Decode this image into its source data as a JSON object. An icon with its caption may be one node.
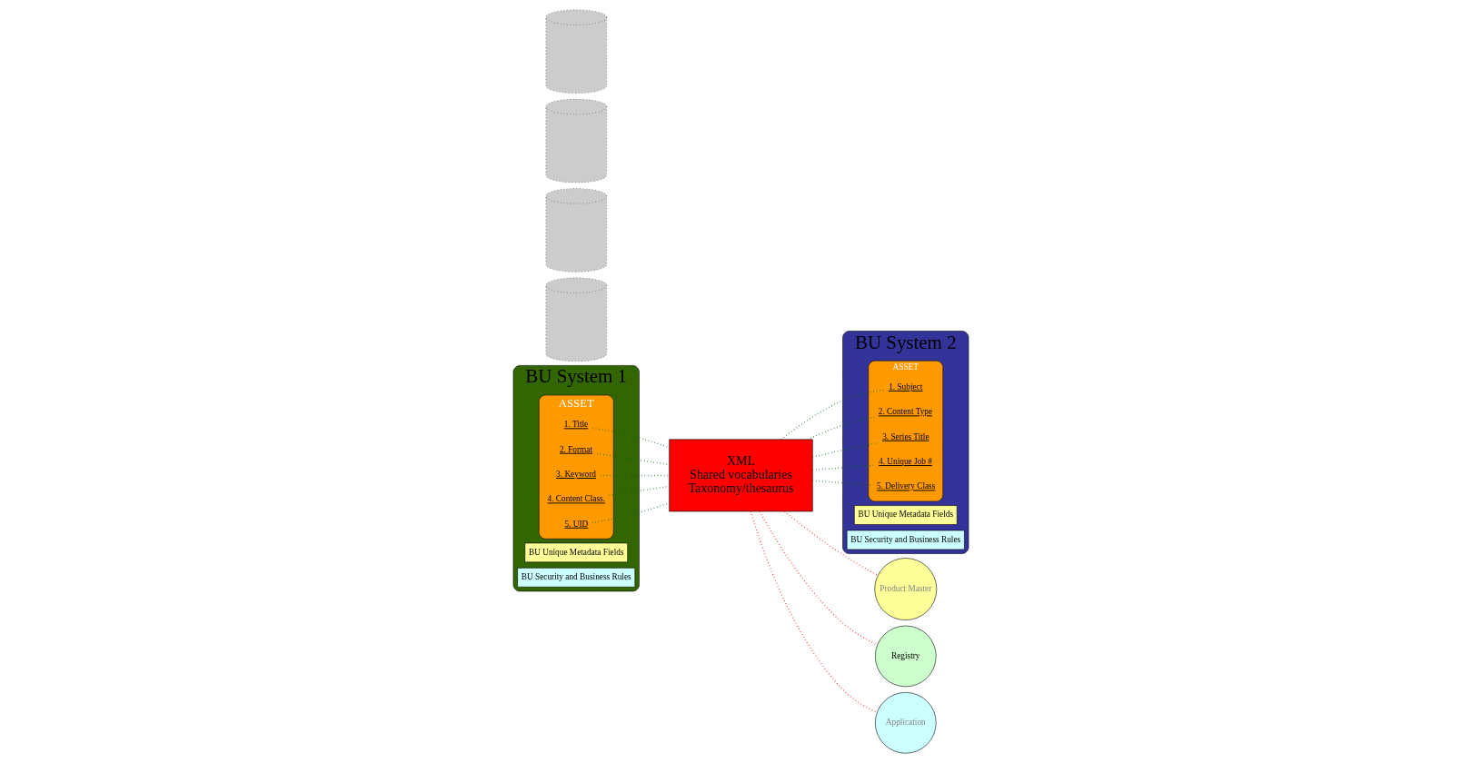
{
  "diagram": {
    "nodes": [
      {
        "text": [
          "BU System 1"
        ]
      },
      {
        "text": [
          "ASSET"
        ],
        "in": 0
      },
      {
        "text": [
          "1. Title"
        ],
        "in": 1
      },
      {
        "text": [
          "2. Format"
        ],
        "in": 1
      },
      {
        "text": [
          "3. Keyword"
        ],
        "in": 1
      },
      {
        "text": [
          "4. Content Class."
        ],
        "in": 1
      },
      {
        "text": [
          "5. UID"
        ],
        "in": 1
      },
      {
        "text": [
          "BU Unique Metadata Fields"
        ],
        "in": 0
      },
      {
        "text": [
          "BU Security and Business Rules"
        ],
        "in": 0
      },
      {
        "text": [],
        "shape": "cylinder"
      },
      {
        "text": [],
        "shape": "cylinder"
      },
      {
        "text": [
          "XML",
          "Shared vocabularies",
          "Taxonomy/thesaurus"
        ]
      },
      {
        "text": [
          "BU System 2"
        ]
      },
      {
        "text": [
          "ASSET"
        ],
        "in": 12
      },
      {
        "text": [
          "1. Subject"
        ],
        "in": 13
      },
      {
        "text": [
          "2. Content Type"
        ],
        "in": 13
      },
      {
        "text": [
          "3. Series Title"
        ],
        "in": 13
      },
      {
        "text": [
          "4. Unique Job #"
        ],
        "in": 13
      },
      {
        "text": [
          "5. Delivery Class"
        ],
        "in": 13
      },
      {
        "text": [
          "BU Unique Metadata Fields"
        ],
        "in": 12
      },
      {
        "text": [
          "BU Security and Business Rules"
        ],
        "in": 12
      },
      {
        "text": [],
        "shape": "cylinder"
      },
      {
        "text": [],
        "shape": "cylinder"
      },
      {
        "text": [
          "Product Master"
        ]
      },
      {
        "text": [
          "Registry"
        ]
      },
      {
        "text": [
          "Application"
        ]
      }
    ],
    "edges": [
      {
        "from": 2,
        "to": 11,
        "arrow": "none",
        "style": "dashed"
      },
      {
        "from": 3,
        "to": 11,
        "arrow": "none",
        "style": "dashed"
      },
      {
        "from": 4,
        "to": 11,
        "arrow": "none",
        "style": "dashed"
      },
      {
        "from": 5,
        "to": 11,
        "arrow": "none",
        "style": "dashed"
      },
      {
        "from": 6,
        "to": 11,
        "arrow": "none",
        "style": "dashed"
      },
      {
        "from": 11,
        "to": 14,
        "arrow": "none",
        "style": "dashed"
      },
      {
        "from": 11,
        "to": 15,
        "arrow": "none",
        "style": "dashed"
      },
      {
        "from": 11,
        "to": 16,
        "arrow": "none",
        "style": "dashed"
      },
      {
        "from": 11,
        "to": 17,
        "arrow": "none",
        "style": "dashed"
      },
      {
        "from": 11,
        "to": 18,
        "arrow": "none",
        "style": "dashed"
      },
      {
        "from": 11,
        "to": 23,
        "arrow": "none",
        "style": "dashed",
        "color": "#ff0000"
      },
      {
        "from": 11,
        "to": 24,
        "arrow": "none",
        "style": "dashed",
        "color": "#ff0000"
      },
      {
        "from": 11,
        "to": 25,
        "arrow": "none",
        "style": "dashed",
        "color": "#ff0000"
      }
    ]
  }
}
